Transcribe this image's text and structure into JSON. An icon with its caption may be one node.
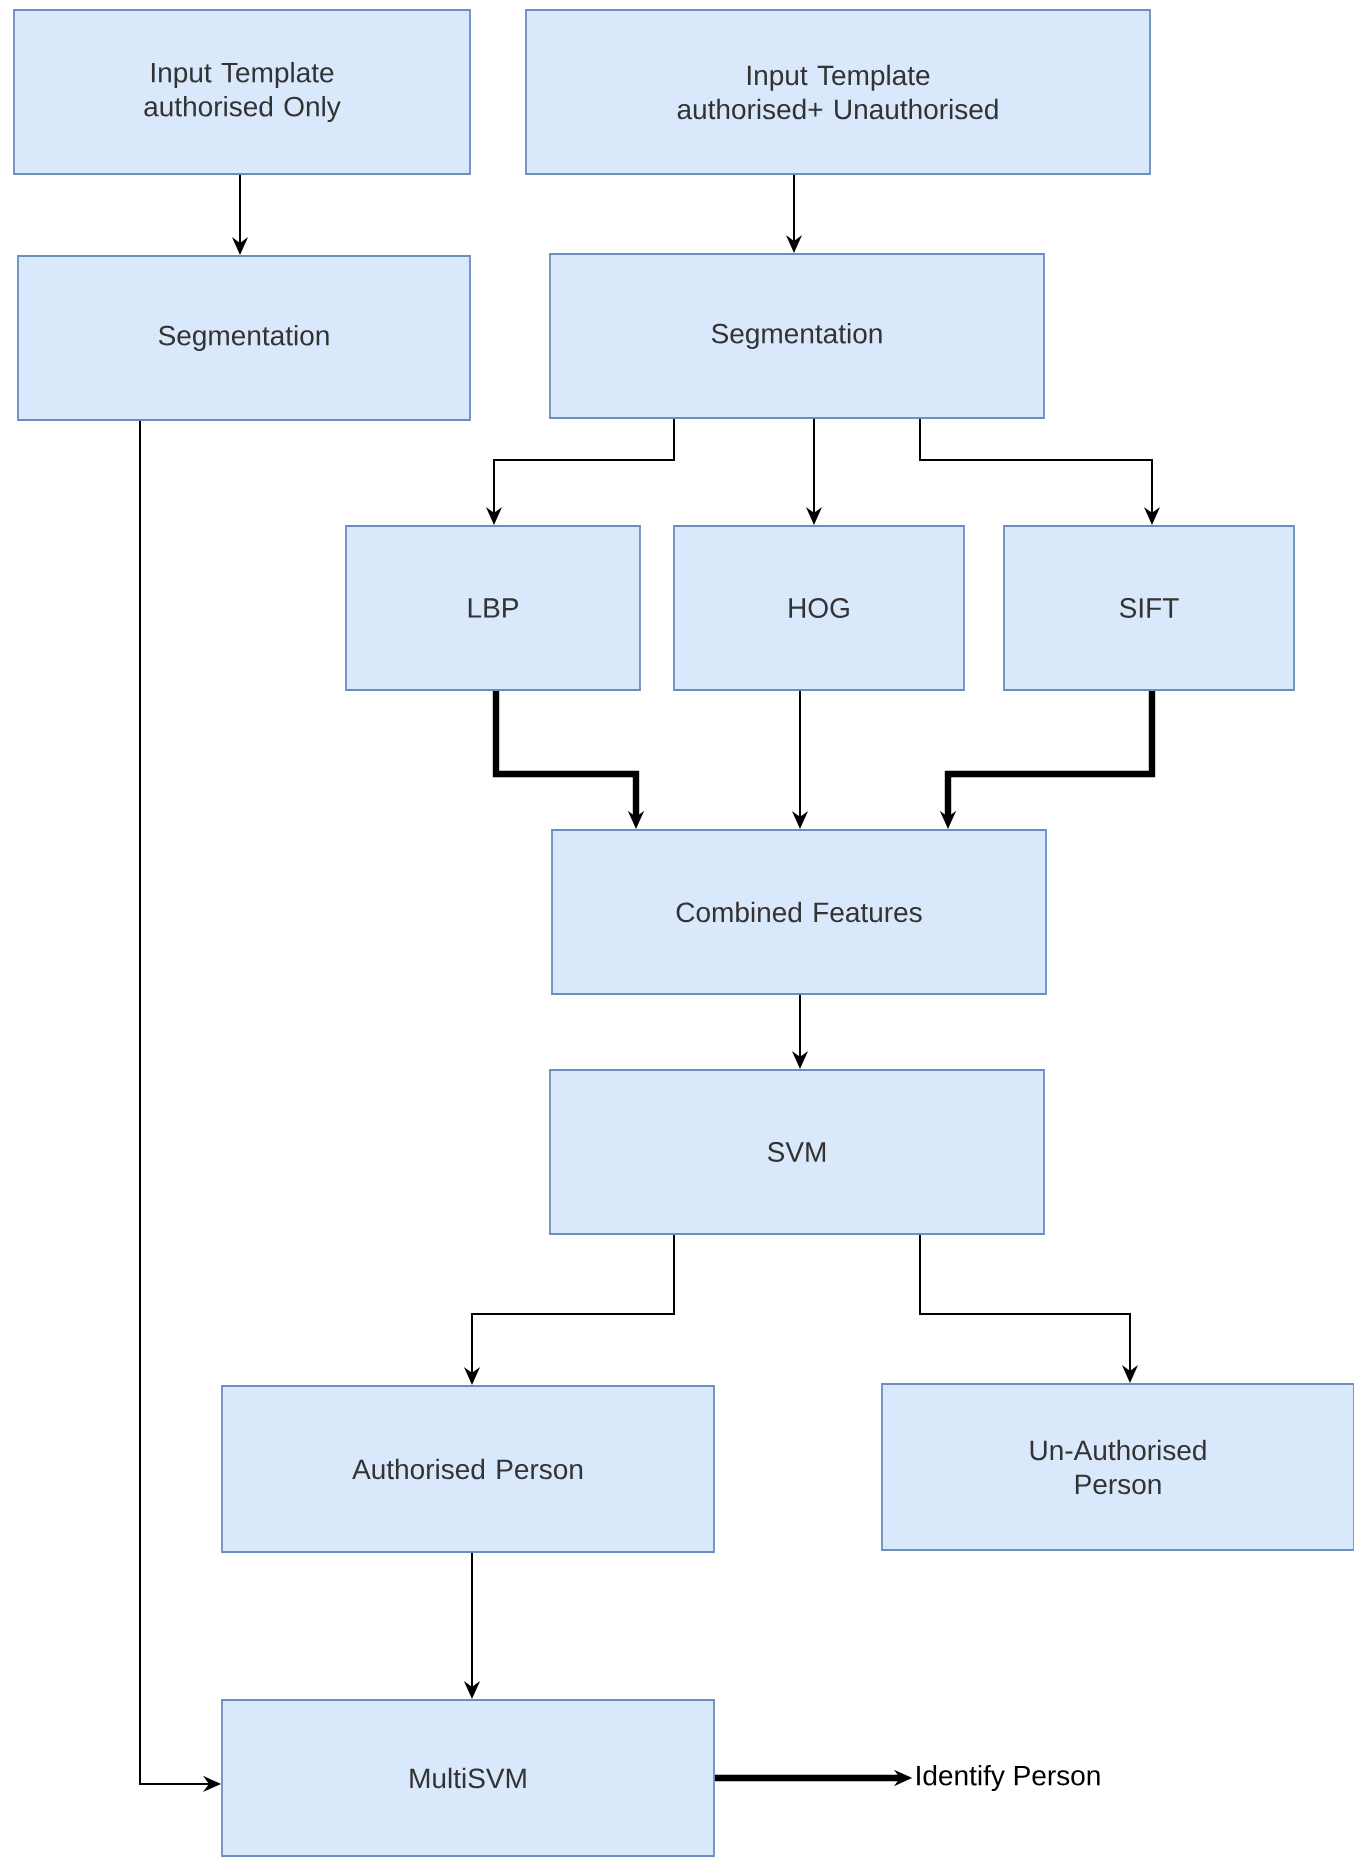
{
  "diagram": {
    "nodes": [
      {
        "text": [
          "Input Template authorised Only"
        ]
      },
      {
        "text": [
          "Input Template authorised+ Unauthorised"
        ]
      },
      {
        "text": [
          "Segmentation"
        ]
      },
      {
        "text": [
          "Segmentation"
        ]
      },
      {
        "text": [
          "LBP"
        ]
      },
      {
        "text": [
          "HOG"
        ]
      },
      {
        "text": [
          "SIFT"
        ]
      },
      {
        "text": [
          "Combined Features"
        ]
      },
      {
        "text": [
          "SVM"
        ]
      },
      {
        "text": [
          "Authorised Person"
        ]
      },
      {
        "text": [
          "Un-Authorised Person"
        ]
      },
      {
        "text": [
          "MultiSVM"
        ]
      },
      {
        "text": [
          "Identify Person"
        ]
      }
    ],
    "edges": [
      {
        "from": 0,
        "to": 2,
        "arrow": "to"
      },
      {
        "from": 1,
        "to": 3,
        "arrow": "to"
      },
      {
        "from": 3,
        "to": 4,
        "arrow": "to"
      },
      {
        "from": 3,
        "to": 5,
        "arrow": "to"
      },
      {
        "from": 3,
        "to": 6,
        "arrow": "to"
      },
      {
        "from": 4,
        "to": 7,
        "arrow": "to",
        "style": "thick"
      },
      {
        "from": 5,
        "to": 7,
        "arrow": "to"
      },
      {
        "from": 6,
        "to": 7,
        "arrow": "to",
        "style": "thick"
      },
      {
        "from": 7,
        "to": 8,
        "arrow": "to"
      },
      {
        "from": 8,
        "to": 9,
        "arrow": "to"
      },
      {
        "from": 8,
        "to": 10,
        "arrow": "to"
      },
      {
        "from": 9,
        "to": 11,
        "arrow": "to"
      },
      {
        "from": 2,
        "to": 11,
        "arrow": "to"
      },
      {
        "from": 11,
        "to": 12,
        "arrow": "to",
        "style": "thick"
      }
    ]
  }
}
